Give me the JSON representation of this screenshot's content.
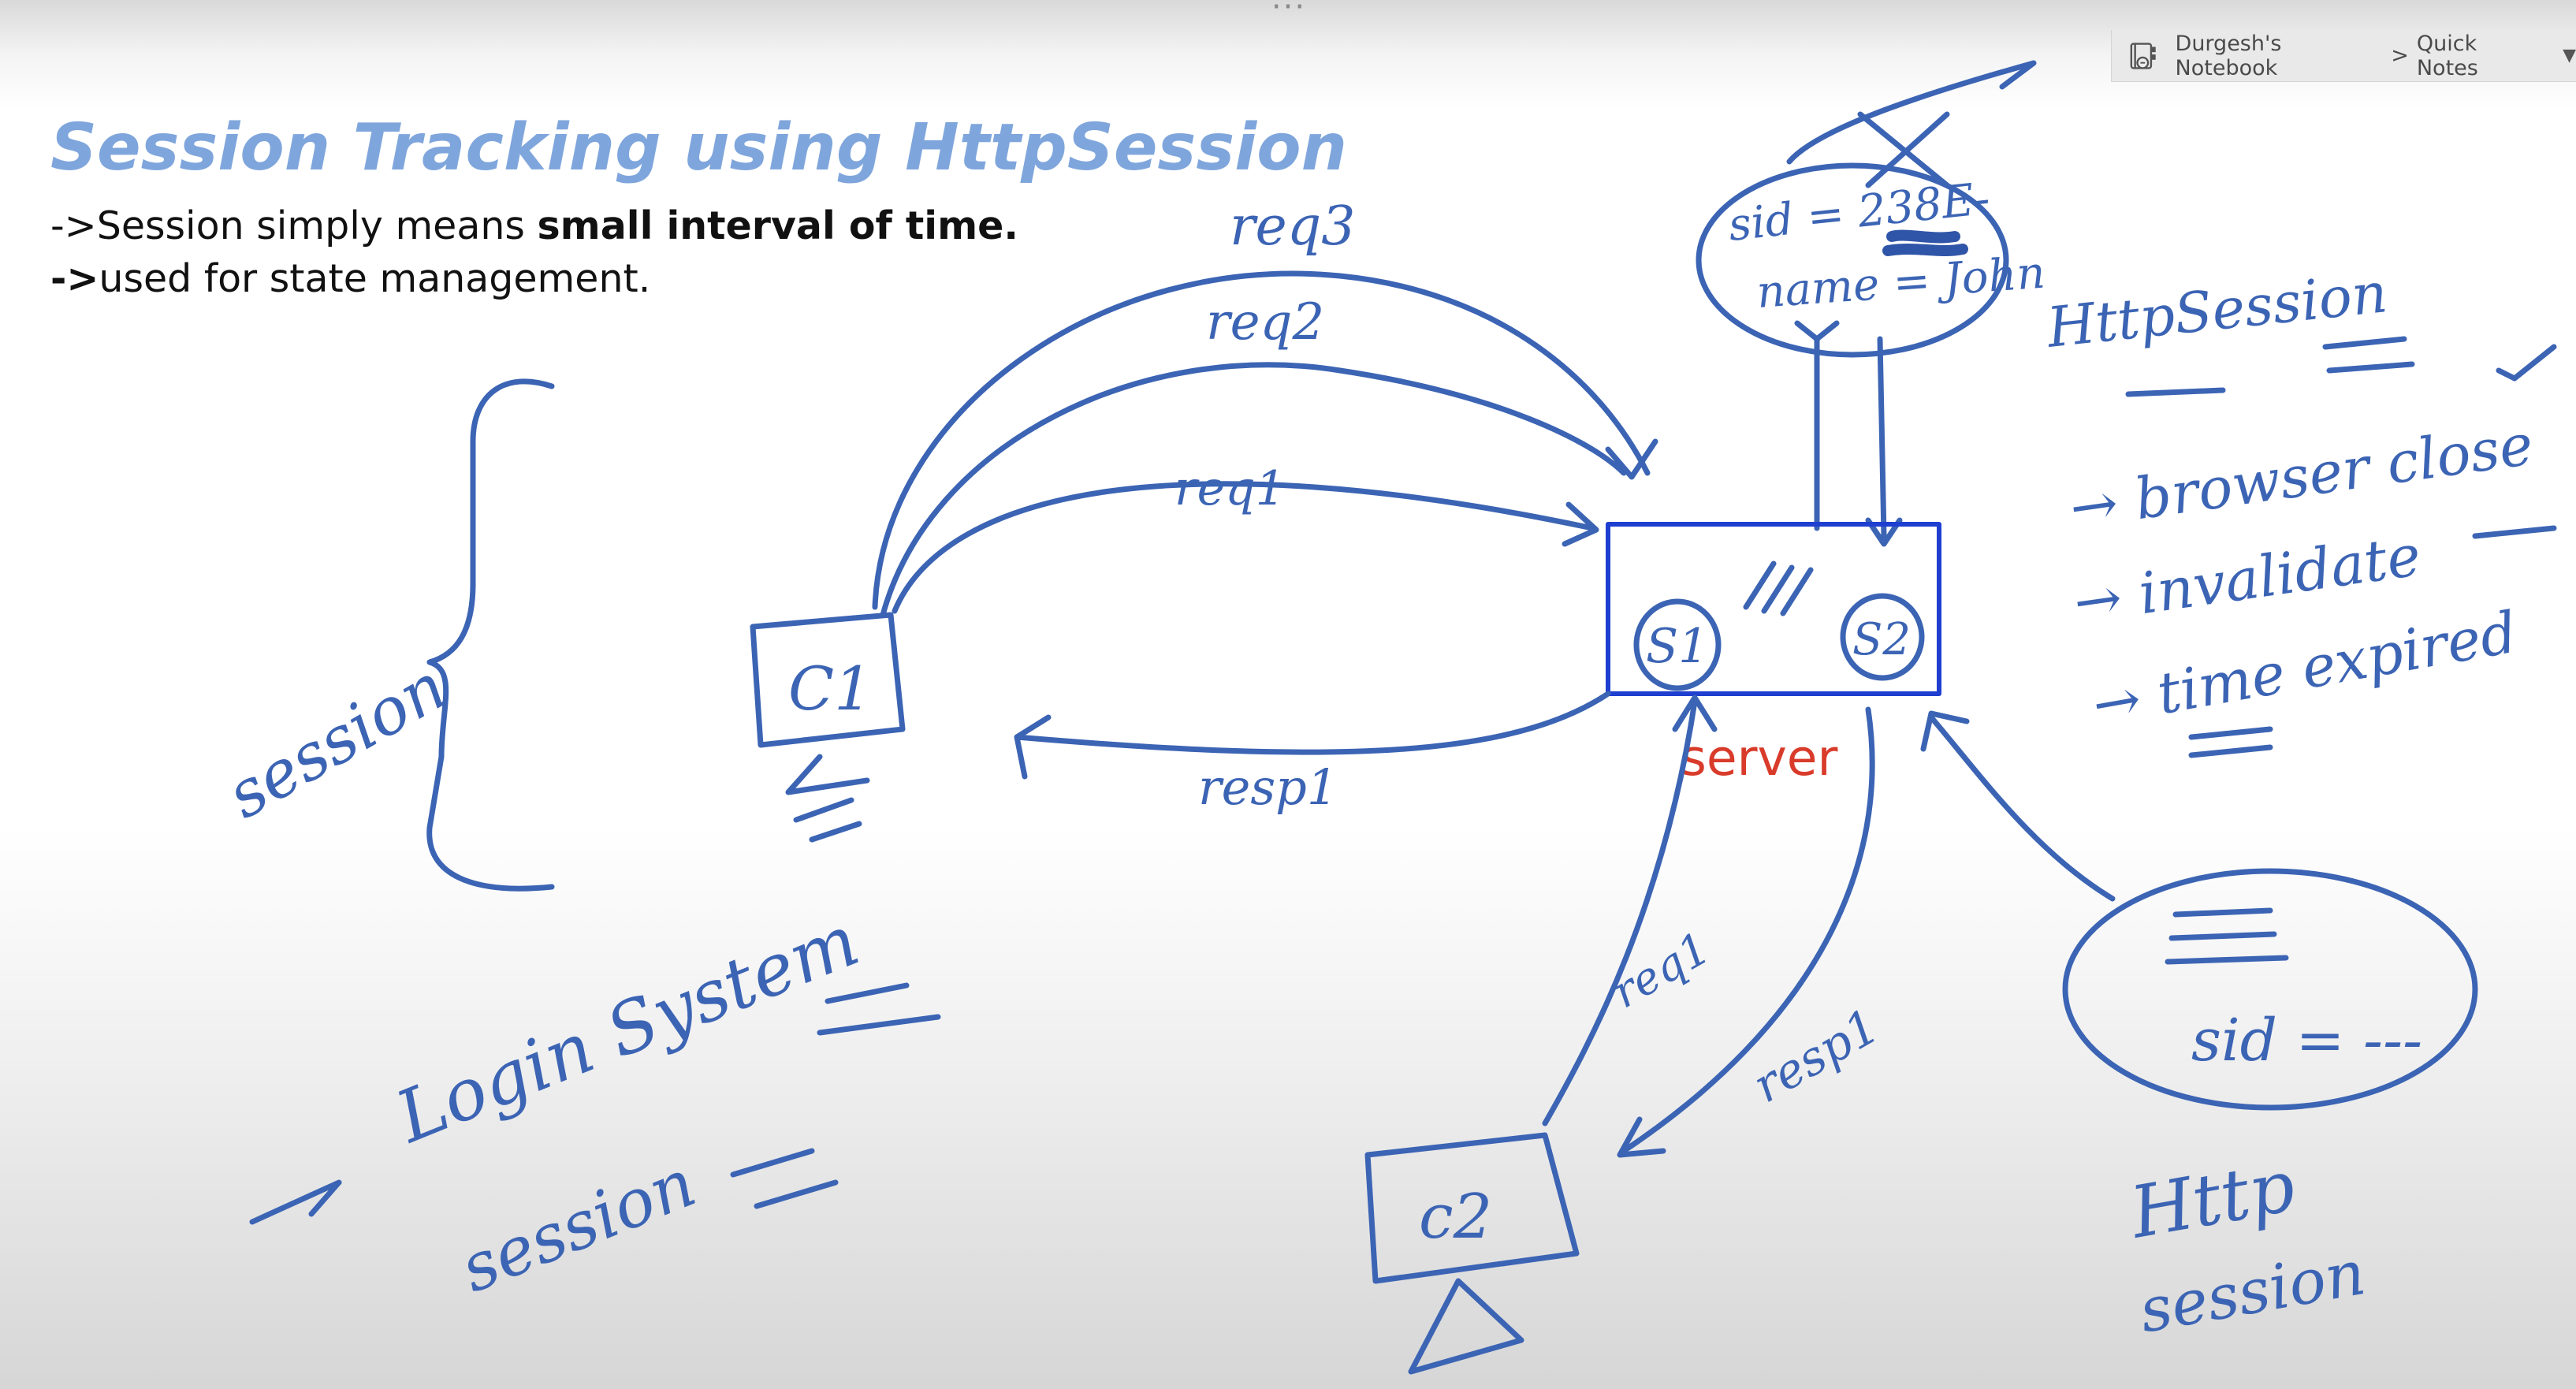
{
  "app": {
    "breadcrumb": {
      "notebook": "Durgesh's Notebook",
      "separator": ">",
      "section": "Quick Notes",
      "icon": "onenote-notebook-icon"
    }
  },
  "note": {
    "title": "Session Tracking using HttpSession",
    "line1": {
      "prefix": "->",
      "text": "Session simply means ",
      "bold": "small interval of time."
    },
    "line2": {
      "prefix": "->",
      "text": "used for state management."
    },
    "server_label": "server"
  },
  "colors": {
    "title": "#7fa6dc",
    "ink": "#3c64b4",
    "server_box": "#1e3fd0",
    "server_label": "#d93b2b"
  },
  "handwriting": {
    "sid_top": "sid = 238E-",
    "name_top": "name = John",
    "httpsession_top": "HttpSession",
    "browser_close": "→ browser close",
    "invalidate": "→ invalidate",
    "time_expired": "→ time expired",
    "req3": "req3",
    "req2": "req2",
    "req1_top": "req1",
    "resp1_top": "resp1",
    "c1": "C1",
    "c2": "c2",
    "s1": "S1",
    "s2": "S2",
    "session_left": "session",
    "login_system": "Login System",
    "session_bottom": "session",
    "req1_bottom": "req1",
    "resp1_bottom": "resp1",
    "sid_bottom": "sid = ---",
    "http": "Http",
    "session_right": "session"
  }
}
